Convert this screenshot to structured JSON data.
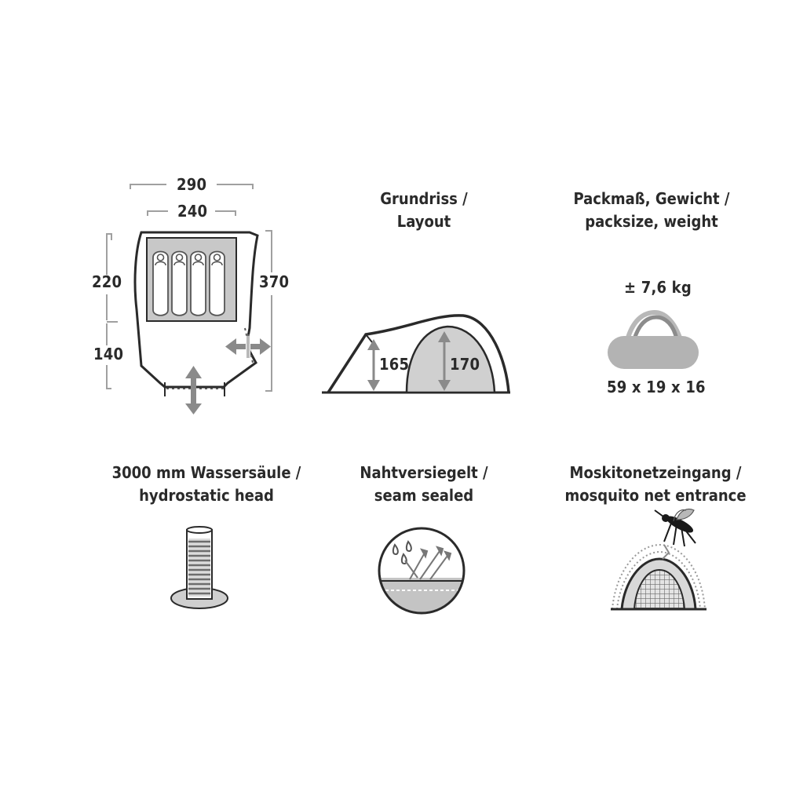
{
  "floorplan": {
    "outer_width": "290",
    "inner_width": "240",
    "inner_depth": "220",
    "vestibule_depth": "140",
    "total_length": "370"
  },
  "side_view": {
    "caption_line1": "Grundriss /",
    "caption_line2": "Layout",
    "front_height": "165",
    "inner_height": "170"
  },
  "pack": {
    "caption_line1": "Packmaß, Gewicht /",
    "caption_line2": "packsize, weight",
    "weight": "± 7,6 kg",
    "dimensions": "59 x 19 x 16"
  },
  "hydrostatic": {
    "caption_line1": "3000 mm Wassersäule /",
    "caption_line2": "hydrostatic head"
  },
  "seams": {
    "caption_line1": "Nahtversiegelt /",
    "caption_line2": "seam sealed"
  },
  "mosquito": {
    "caption_line1": "Moskitonetzeingang /",
    "caption_line2": "mosquito net entrance"
  },
  "colors": {
    "line": "#2a2a2a",
    "dimension": "#a0a0a0",
    "fill_light": "#d0d0d0",
    "fill_mid": "#bdbdbd",
    "arrow": "#8a8a8a"
  }
}
